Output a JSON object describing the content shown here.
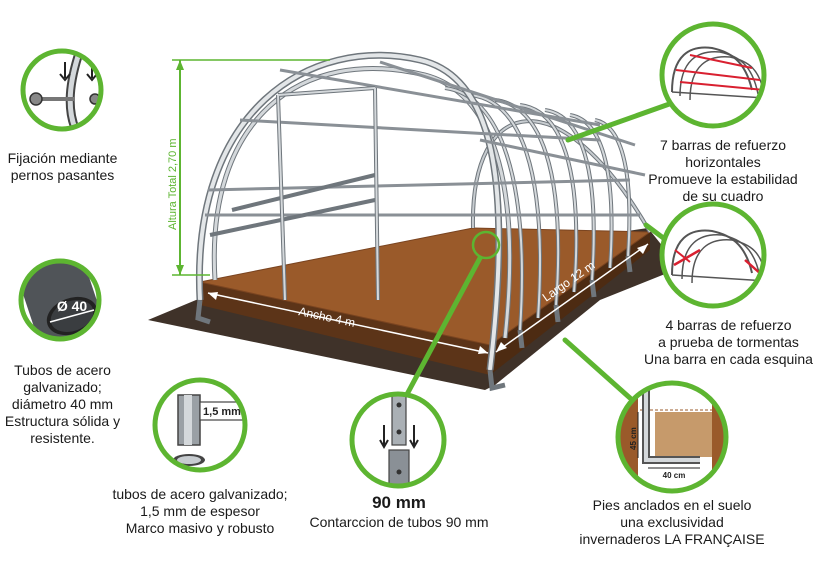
{
  "dimensions": {
    "height_label": "Altura Total 2,70 m",
    "width_label": "Ancho 4 m",
    "length_label": "Largo 12 m",
    "tube_diameter_badge": "Ø 40",
    "thickness_badge": "1,5 mm",
    "ground_depth": "45 cm",
    "ground_width": "40 cm"
  },
  "callouts": {
    "bolts": "Fijación mediante\npernos pasantes",
    "tubes": "Tubos de acero\ngalvanizado;\ndiámetro 40 mm\nEstructura sólida y\nresistente.",
    "thickness": "tubos de acero galvanizado;\n1,5 mm de espesor\nMarco masivo y robusto",
    "contraction_title": "90 mm",
    "contraction_text": "Contarccion de tubos 90 mm",
    "anchors": "Pies anclados en el suelo\nuna exclusividad\ninvernaderos LA FRANÇAISE",
    "horizontal_bars": "7 barras de refuerzo\nhorizontales\nPromueve la estabilidad\nde su cuadro",
    "storm_bars": "4 barras de refuerzo\na prueba de tormentas\nUna barra en cada esquina"
  },
  "colors": {
    "accent_green": "#5db531",
    "soil": "#9a5a2a",
    "soil_dark": "#5c3418",
    "frame": "#c7ccd0",
    "frame_edge": "#6f767c",
    "reinforcement": "#d92030"
  }
}
